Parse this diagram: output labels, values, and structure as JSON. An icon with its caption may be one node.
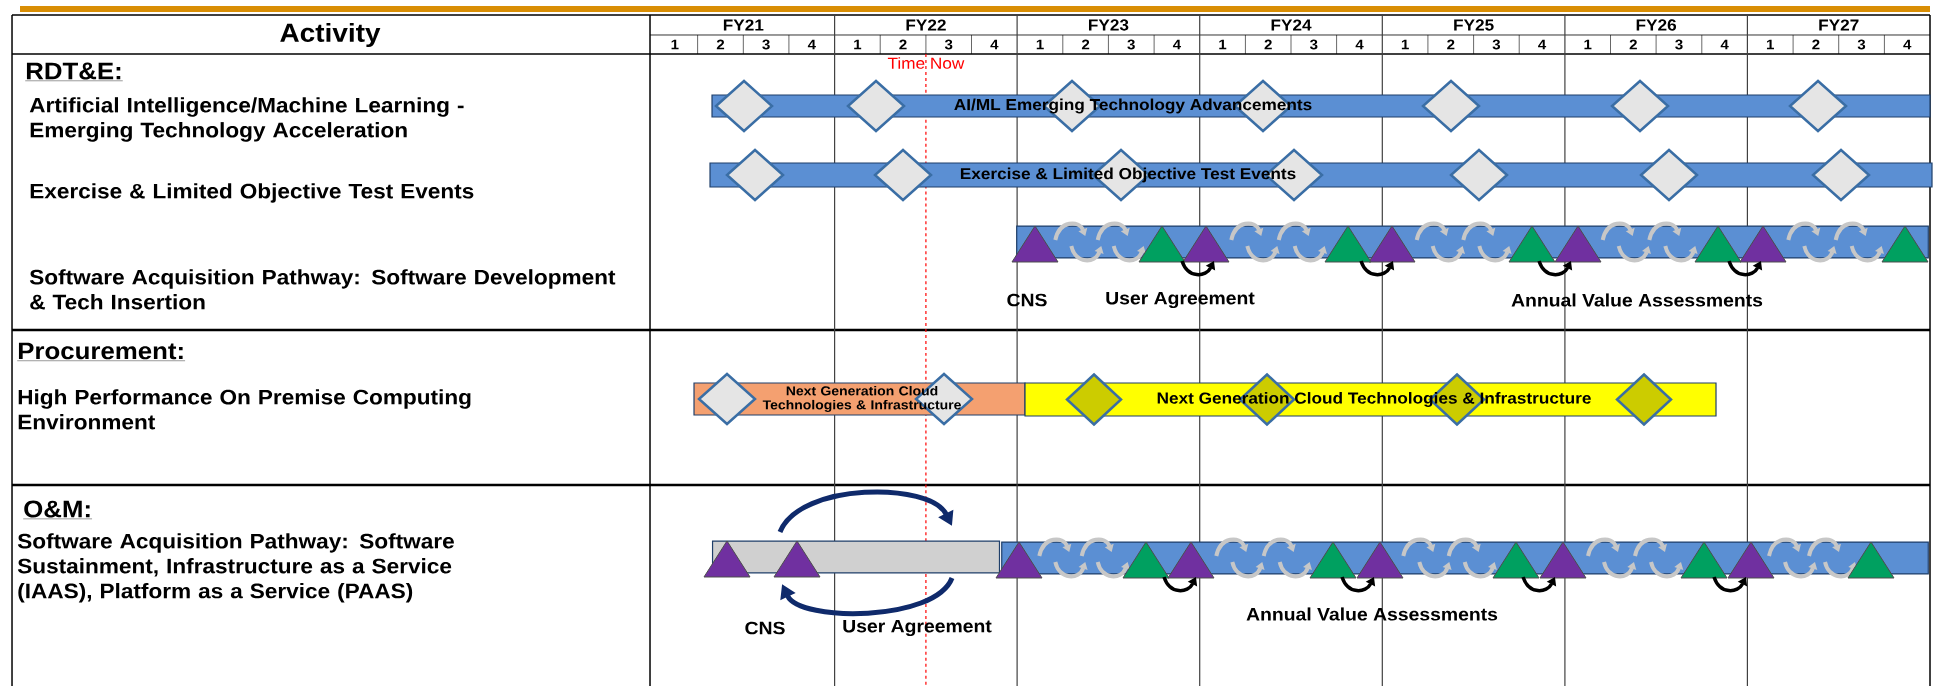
{
  "diagram": {
    "nodes": [
      {
        "text": [
          "AI/ML Emerging Technology Advancements"
        ]
      },
      {
        "text": [
          "Exercise & Limited Objective Test Events"
        ]
      },
      {
        "text": [],
        "shape": "bar"
      },
      {
        "text": [
          "Next Generation Cloud Technologies & Infrastructure"
        ]
      },
      {
        "text": [
          "Next Generation Cloud Technologies & Infrastructure"
        ]
      },
      {
        "text": [],
        "shape": "bar"
      },
      {
        "text": [],
        "shape": "bar"
      }
    ],
    "labels": [
      "Activity",
      "FY21",
      "FY22",
      "FY23",
      "FY24",
      "FY25",
      "FY26",
      "FY27",
      "1",
      "2",
      "3",
      "4",
      "1",
      "2",
      "3",
      "4",
      "1",
      "2",
      "3",
      "4",
      "1",
      "2",
      "3",
      "4",
      "1",
      "2",
      "3",
      "4",
      "1",
      "2",
      "3",
      "4",
      "1",
      "2",
      "3",
      "4",
      "Time Now",
      "RDT&E:",
      "Artificial Intelligence/Machine Learning - Emerging Technology Acceleration",
      "Exercise & Limited Objective Test Events",
      "Software Acquisition Pathway: Software Development & Tech Insertion",
      "CNS",
      "User Agreement",
      "Annual Value Assessments",
      "Procurement:",
      "High Performance On Premise Computing Environment",
      "O&M:",
      "Software Acquisition Pathway: Software Sustainment, Infrastructure as a Service (IAAS), Platform as a Service (PAAS)",
      "CNS",
      "User Agreement",
      "Annual Value Assessments"
    ]
  }
}
